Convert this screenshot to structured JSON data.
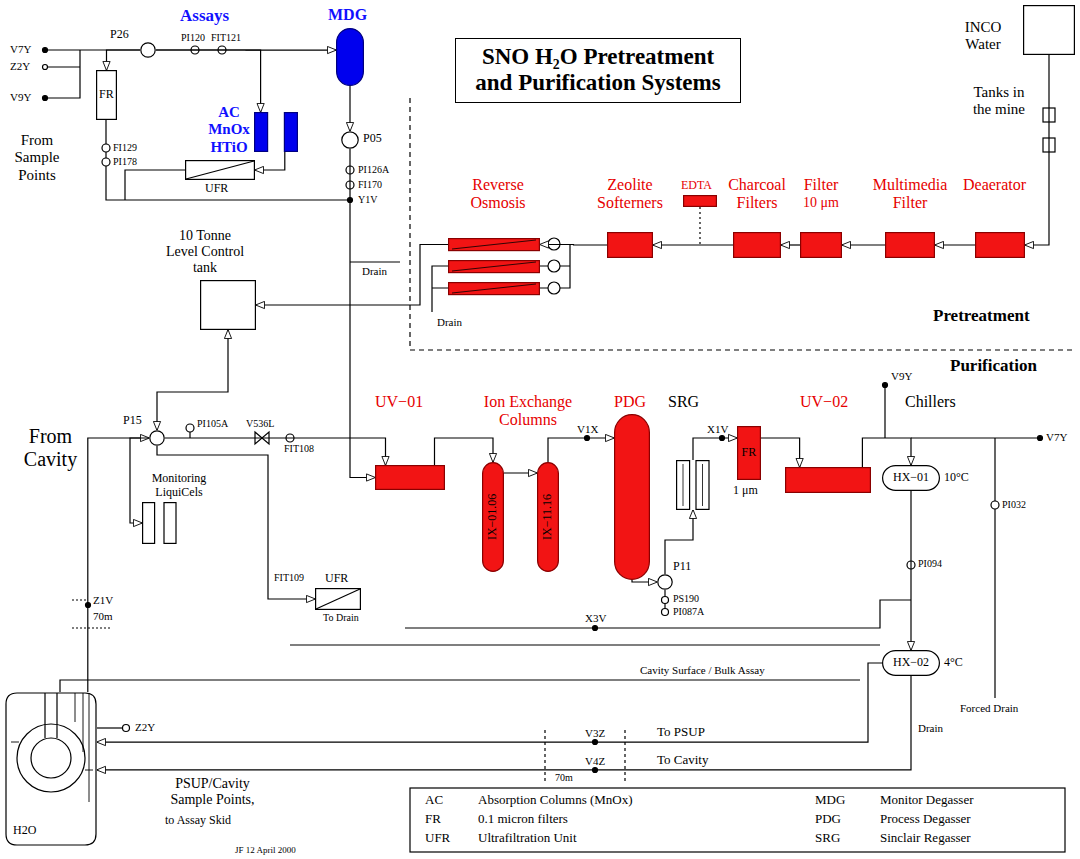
{
  "diagram": {
    "title": "SNO H₂O Pretreatment and Purification Systems",
    "nodes": [
      {
        "text": [
          "INCO Water"
        ]
      },
      {
        "text": [
          "P26"
        ]
      },
      {
        "text": [
          "MDG"
        ]
      },
      {
        "text": [
          "FR"
        ]
      },
      {
        "text": [
          "AC MnOx HTiO"
        ]
      },
      {
        "text": [
          "UFR"
        ]
      },
      {
        "text": [
          "P05"
        ]
      },
      {
        "text": [
          "Deaerator"
        ]
      },
      {
        "text": [
          "Multimedia Filter"
        ]
      },
      {
        "text": [
          "Filter",
          "10 μm"
        ]
      },
      {
        "text": [
          "Charcoal Filters"
        ]
      },
      {
        "text": [
          "EDTA"
        ]
      },
      {
        "text": [
          "Zeolite Softerners"
        ]
      },
      {
        "text": [
          "Reverse Osmosis"
        ]
      },
      {
        "text": [
          "10 Tonne Level Control tank"
        ]
      },
      {
        "text": [
          "P15"
        ]
      },
      {
        "text": [
          "Monitoring LiquiCels"
        ]
      },
      {
        "text": [
          "UV−01"
        ]
      },
      {
        "text": [
          "IX−01.06"
        ]
      },
      {
        "text": [
          "IX−11.16"
        ]
      },
      {
        "text": [
          "PDG"
        ]
      },
      {
        "text": [
          "SRG"
        ]
      },
      {
        "text": [
          "P11"
        ]
      },
      {
        "text": [
          "FR",
          "1 μm"
        ]
      },
      {
        "text": [
          "UV−02"
        ]
      },
      {
        "text": [
          "HX−01",
          "10°C"
        ]
      },
      {
        "text": [
          "HX−02",
          "4°C"
        ]
      },
      {
        "text": [
          "UFR",
          "To Drain"
        ]
      },
      {
        "text": [
          "H2O"
        ]
      }
    ],
    "edges": [
      {
        "from": 0,
        "to": 7,
        "arrow": "to"
      },
      {
        "from": 7,
        "to": 8,
        "arrow": "to"
      },
      {
        "from": 8,
        "to": 9,
        "arrow": "to"
      },
      {
        "from": 9,
        "to": 10,
        "arrow": "to"
      },
      {
        "from": 10,
        "to": 12,
        "arrow": "to"
      },
      {
        "from": 12,
        "to": 13,
        "arrow": "to"
      },
      {
        "from": 13,
        "to": 14,
        "arrow": "to"
      },
      {
        "from": 14,
        "to": 15,
        "arrow": "both"
      },
      {
        "from": 28,
        "to": 15,
        "arrow": "to"
      },
      {
        "from": 15,
        "to": 16,
        "arrow": "to"
      },
      {
        "from": 15,
        "to": 17,
        "arrow": "to"
      },
      {
        "from": 17,
        "to": 18,
        "arrow": "to"
      },
      {
        "from": 18,
        "to": 19,
        "arrow": "to"
      },
      {
        "from": 19,
        "to": 20,
        "arrow": "to"
      },
      {
        "from": 20,
        "to": 22,
        "arrow": "to"
      },
      {
        "from": 22,
        "to": 21,
        "arrow": "to"
      },
      {
        "from": 21,
        "to": 23,
        "arrow": "to"
      },
      {
        "from": 23,
        "to": 24,
        "arrow": "to"
      },
      {
        "from": 24,
        "to": 25,
        "arrow": "to"
      },
      {
        "from": 25,
        "to": 26,
        "arrow": "to"
      },
      {
        "from": 26,
        "to": 28,
        "label": "To PSUP",
        "arrow": "to"
      },
      {
        "from": 26,
        "to": 28,
        "label": "To Cavity",
        "arrow": "to"
      },
      {
        "from": 2,
        "to": 6,
        "arrow": "to"
      },
      {
        "from": 6,
        "to": 17,
        "arrow": "to"
      },
      {
        "from": 1,
        "to": 2,
        "arrow": "to"
      },
      {
        "from": 1,
        "to": 3,
        "arrow": "to"
      },
      {
        "from": 1,
        "to": 4,
        "arrow": "to"
      },
      {
        "from": 4,
        "to": 5,
        "arrow": "to"
      },
      {
        "from": 15,
        "to": 27,
        "arrow": "to"
      }
    ],
    "labels": [
      "Assays",
      "V7Y",
      "Z2Y",
      "V9Y",
      "From Sample Points",
      "PI120",
      "FIT121",
      "FI129",
      "PI178",
      "PI126A",
      "FI170",
      "Y1V",
      "Drain",
      "Tanks in the mine",
      "Drain",
      "Pretreatment",
      "Purification",
      "From Cavity",
      "PI105A",
      "V536L",
      "FIT108",
      "Ion Exchange Columns",
      "V1X",
      "X1V",
      "Chillers",
      "V9Y",
      "V7Y",
      "PI032",
      "PI094",
      "PS190",
      "PI087A",
      "X3V",
      "FIT109",
      "Z1V",
      "70m",
      "Cavity Surface / Bulk Assay",
      "Z2Y",
      "V3Z",
      "V4Z",
      "70m",
      "PSUP/Cavity Sample Points,",
      "to Assay Skid",
      "Forced Drain",
      "Drain",
      "JF 12 April 2000",
      "AC",
      "Absorption Columns (MnOx)",
      "MDG",
      "Monitor Degasser",
      "FR",
      "0.1 micron filters",
      "PDG",
      "Process Degasser",
      "UFR",
      "Ultrafiltration Unit",
      "SRG",
      "Sinclair Regasser"
    ]
  }
}
